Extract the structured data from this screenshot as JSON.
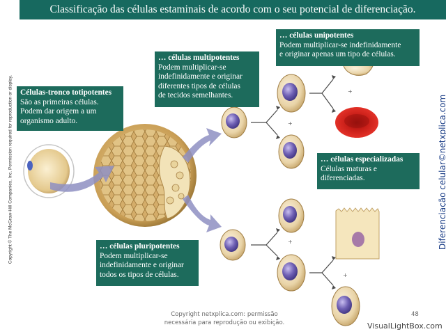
{
  "title": "Classificação das células estaminais de acordo com o seu potencial de diferenciação.",
  "boxes": {
    "totipotent": {
      "heading": "Células-tronco totipotentes",
      "lines": [
        "São as primeiras células.",
        "Podem dar origem a um",
        "organismo adulto."
      ]
    },
    "multipotent": {
      "heading": "… células multipotentes",
      "lines": [
        "Podem multiplicar-se",
        "indefinidamente e originar",
        "diferentes tipos de células",
        "de tecidos semelhantes."
      ]
    },
    "unipotent": {
      "heading": "… células unipotentes",
      "lines": [
        "Podem multiplicar-se indefinidamente",
        "e originar apenas um tipo de células."
      ]
    },
    "specialized": {
      "heading": "… células especializadas",
      "lines": [
        "Células maturas e",
        "diferenciadas."
      ]
    },
    "pluripotent": {
      "heading": "… células pluripotentes",
      "lines": [
        "Podem multiplicar-se",
        "indefinidamente e originar",
        "todos os tipos de células."
      ]
    }
  },
  "plus_sign": "+",
  "copyright_side": "Copyright © The McGraw-Hill Companies, Inc. Permission required for reproduction or display.",
  "brand_vertical": "Diferenciação celular©netxplica.com",
  "footer": {
    "line1": "Copyright netxplica.com: permissão",
    "line2": "necessária para reprodução ou exibição."
  },
  "page_number": "48",
  "watermark": "VisualLightBox.com",
  "colors": {
    "title_bg": "#17695f",
    "box_bg": "#1d6b5c",
    "cell_body": "#eedcb8",
    "nucleus": "#6a5aa8",
    "arrow": "#8e8fc2",
    "red_cell": "#d9221c"
  }
}
